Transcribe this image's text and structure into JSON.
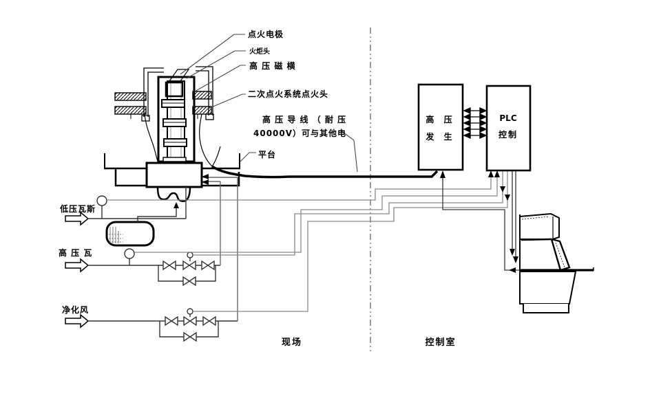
{
  "diagram": {
    "equipment_labels": {
      "ignition_electrode": "点火电极",
      "torch_head": "火炬头",
      "hv_ceramic_sleeve": "高 压 磁 横",
      "secondary_ignition_head": "二次点火系统点火头",
      "hv_wire_line1": "高 压 导 线 （ 耐 压",
      "hv_wire_line2": "40000V）可与其他电",
      "platform": "平台"
    },
    "pipe_labels": {
      "low_pressure_gas": "低压瓦斯",
      "high_pressure_gas": "高 压 瓦",
      "purge_air": "净化风"
    },
    "zone_labels": {
      "field": "现场",
      "control_room": "控制室"
    },
    "boxes": {
      "hv_generator": [
        "高  压",
        "发  生"
      ],
      "plc": [
        "PLC",
        "控制"
      ]
    },
    "colors": {
      "structure_line": "#000000",
      "pipe_line": "#333333",
      "control_line": "#888888",
      "separator_line": "#999999"
    }
  }
}
